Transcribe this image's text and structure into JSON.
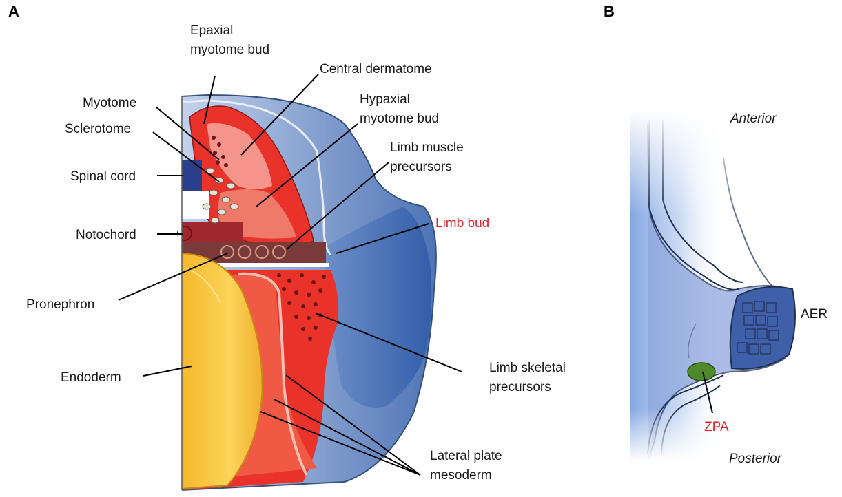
{
  "panels": {
    "a": "A",
    "b": "B"
  },
  "labels": {
    "epaxial": [
      "Epaxial",
      "myotome bud"
    ],
    "central_dermatome": "Central dermatome",
    "myotome": "Myotome",
    "hypaxial": [
      "Hypaxial",
      "myotome bud"
    ],
    "sclerotome": "Sclerotome",
    "limb_muscle": [
      "Limb muscle",
      "precursors"
    ],
    "spinal_cord": "Spinal cord",
    "limb_bud": "Limb bud",
    "notochord": "Notochord",
    "pronephron": "Pronephron",
    "endoderm": "Endoderm",
    "limb_skeletal": [
      "Limb skeletal",
      "precursors"
    ],
    "lateral_plate": [
      "Lateral plate",
      "mesoderm"
    ],
    "anterior": "Anterior",
    "aer": "AER",
    "zpa": "ZPA",
    "posterior": "Posterior"
  },
  "colors": {
    "red_label": "#e8202a",
    "mesoderm_red": "#e8322a",
    "salmon": "#f07a6a",
    "ectoderm_blue": "#6f8fc4",
    "light_blue": "#a9bde0",
    "endoderm_yellow": "#f7c63a",
    "notochord_maroon": "#a0282c",
    "spinal_navy": "#2a3f8c",
    "zpa_green": "#4f8a2a"
  }
}
